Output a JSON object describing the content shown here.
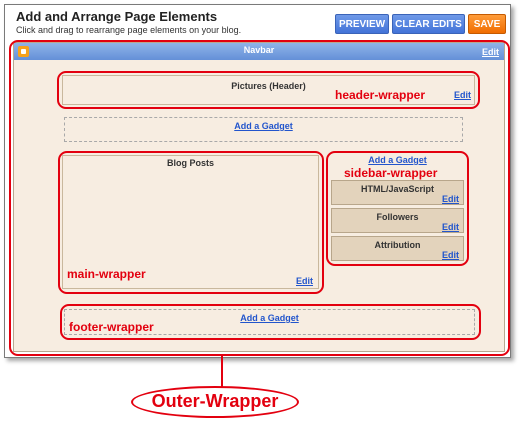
{
  "header": {
    "title": "Add and Arrange Page Elements",
    "subtitle": "Click and drag to rearrange page elements on your blog.",
    "preview_label": "PREVIEW",
    "clear_label": "CLEAR EDITS",
    "save_label": "SAVE"
  },
  "navbar": {
    "label": "Navbar",
    "edit": "Edit"
  },
  "header_section": {
    "label": "Pictures (Header)",
    "edit": "Edit"
  },
  "add_gadget_top": "Add a Gadget",
  "main": {
    "label": "Blog Posts",
    "edit": "Edit"
  },
  "sidebar": {
    "add_gadget": "Add a Gadget",
    "gadgets": [
      {
        "label": "HTML/JavaScript",
        "edit": "Edit"
      },
      {
        "label": "Followers",
        "edit": "Edit"
      },
      {
        "label": "Attribution",
        "edit": "Edit"
      }
    ]
  },
  "footer": {
    "add_gadget": "Add a Gadget"
  },
  "annotations": {
    "header_wrapper": "header-wrapper",
    "sidebar_wrapper": "sidebar-wrapper",
    "main_wrapper": "main-wrapper",
    "footer_wrapper": "footer-wrapper",
    "outer_wrapper": "Outer-Wrapper"
  },
  "colors": {
    "annotation_red": "#e3000f",
    "button_blue": "#4273d8",
    "button_orange": "#f06d00",
    "canvas_bg": "#f7ede1",
    "link_blue": "#2255cc"
  }
}
